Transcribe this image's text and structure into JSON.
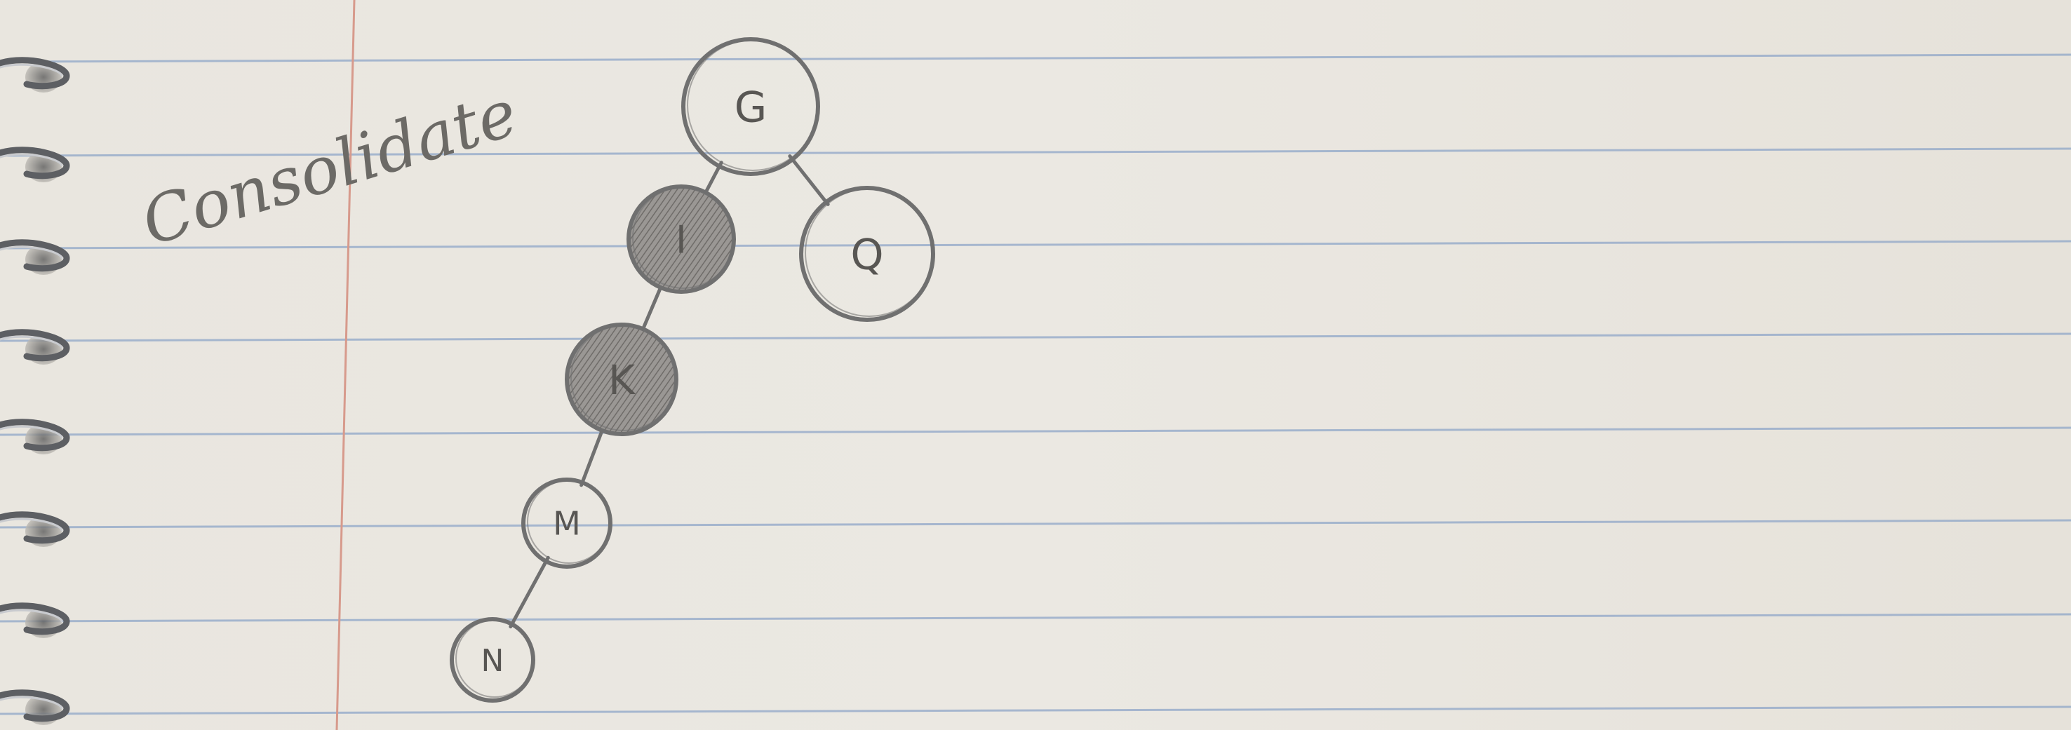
{
  "note": {
    "title": "Consolidate"
  },
  "tree": {
    "nodes": [
      {
        "id": "G",
        "label": "G",
        "shaded": false
      },
      {
        "id": "I",
        "label": "I",
        "shaded": true
      },
      {
        "id": "Q",
        "label": "Q",
        "shaded": false
      },
      {
        "id": "K",
        "label": "K",
        "shaded": true
      },
      {
        "id": "M",
        "label": "M",
        "shaded": false
      },
      {
        "id": "N",
        "label": "N",
        "shaded": false
      }
    ],
    "edges": [
      {
        "from": "G",
        "to": "I"
      },
      {
        "from": "G",
        "to": "Q"
      },
      {
        "from": "I",
        "to": "K"
      },
      {
        "from": "K",
        "to": "M"
      },
      {
        "from": "M",
        "to": "N"
      }
    ]
  },
  "colors": {
    "paper": "#e9e6df",
    "rule_line": "#8fa6c8",
    "margin_line": "#d79a8c",
    "pencil": "#707070",
    "shade": "#8a8785"
  }
}
